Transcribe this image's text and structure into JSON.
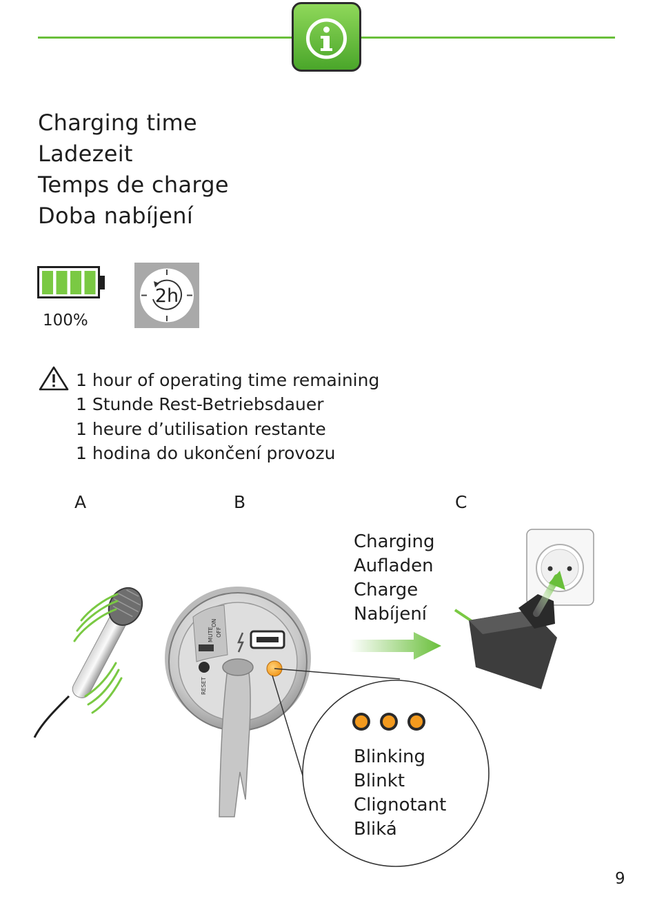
{
  "heading": {
    "icon": "info-icon",
    "accent_color": "#69bf3a",
    "lines": [
      "Charging time",
      "Ladezeit",
      "Temps de charge",
      "Doba nabíjení"
    ]
  },
  "battery": {
    "icon": "battery-full-icon",
    "level_fraction": 1.0,
    "label": "100%",
    "fill_color": "#7ac943"
  },
  "timer": {
    "icon": "clock-timer-icon",
    "label": "2h"
  },
  "warning": {
    "icon": "warning-triangle-icon",
    "lines": [
      "1 hour of operating time remaining",
      "1 Stunde Rest-Betriebsdauer",
      "1 heure d’utilisation restante",
      "1 hodina do ukončení provozu"
    ]
  },
  "steps": {
    "a": {
      "letter": "A",
      "illustration": "vibrating-microphone-illustration"
    },
    "b": {
      "letter": "B",
      "illustration": "microphone-base-illustration",
      "switch_labels": [
        "ON",
        "MUTE",
        "OFF"
      ],
      "reset_label": "RESET",
      "led_color": "#f39a1e"
    },
    "c": {
      "letter": "C",
      "illustration": "charger-plug-illustration",
      "charging_lines": [
        "Charging",
        "Aufladen",
        "Charge",
        "Nabíjení"
      ]
    }
  },
  "blinking": {
    "led_count": 3,
    "lines": [
      "Blinking",
      "Blinkt",
      "Clignotant",
      "Bliká"
    ]
  },
  "page_number": "9"
}
